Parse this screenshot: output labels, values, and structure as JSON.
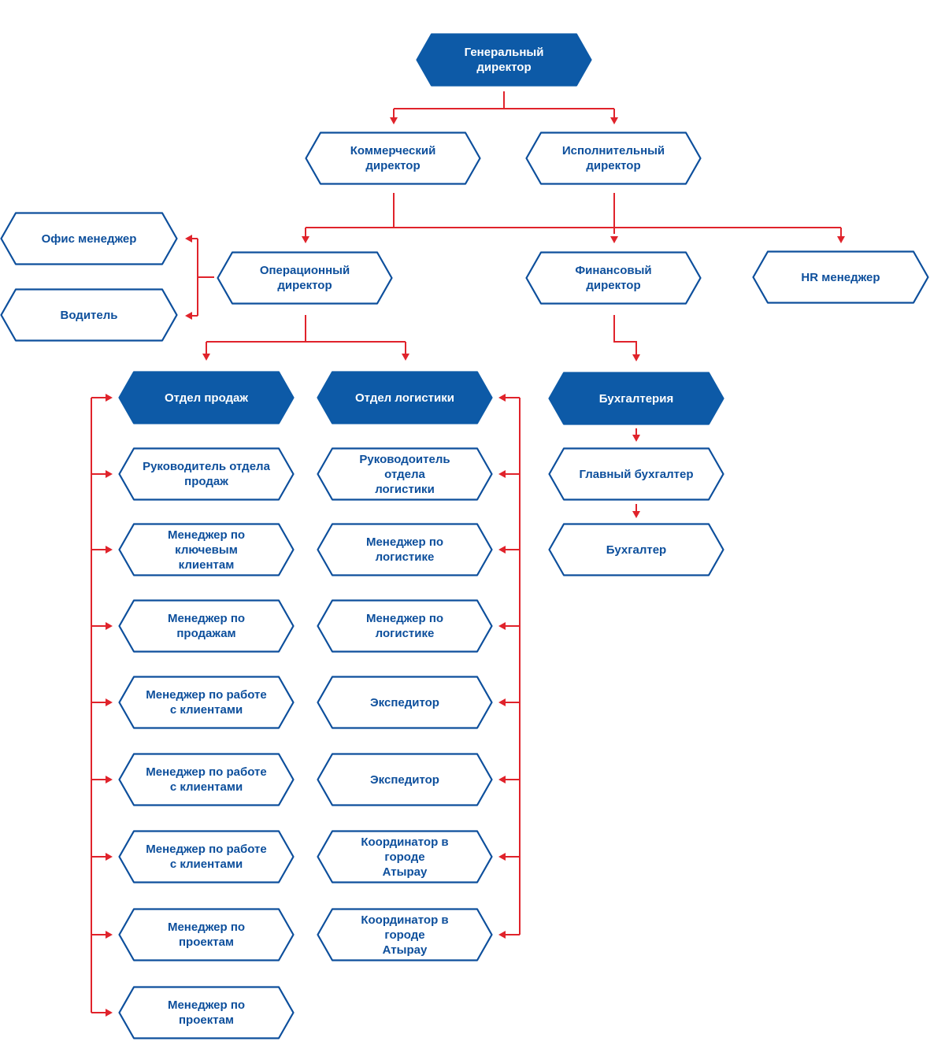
{
  "colors": {
    "outline": "#0d4f9c",
    "filled": "#0d5aa7",
    "text": "#0d4f9c",
    "connector": "#e0232b"
  },
  "nodes": {
    "ceo": {
      "label": "Генеральный директор",
      "style": "filled"
    },
    "commercial_director": {
      "label": "Коммерческий директор",
      "style": "outline"
    },
    "executive_director": {
      "label": "Исполнительный директор",
      "style": "outline"
    },
    "office_manager": {
      "label": "Офис менеджер",
      "style": "outline"
    },
    "driver": {
      "label": "Водитель",
      "style": "outline"
    },
    "operations_director": {
      "label": "Операционный директор",
      "style": "outline"
    },
    "finance_director": {
      "label": "Финансовый директор",
      "style": "outline"
    },
    "hr_manager": {
      "label": "HR менеджер",
      "style": "outline"
    },
    "sales_dept": {
      "label": "Отдел продаж",
      "style": "filled"
    },
    "logistics_dept": {
      "label": "Отдел логистики",
      "style": "filled"
    },
    "accounting": {
      "label": "Бухгалтерия",
      "style": "filled"
    },
    "sales_head": {
      "label": "Руководитель отдела\nпродаж",
      "style": "outline"
    },
    "key_accounts_manager": {
      "label": "Менеджер по ключевым\nклиентам",
      "style": "outline"
    },
    "sales_manager": {
      "label": "Менеджер по продажам",
      "style": "outline"
    },
    "client_manager_1": {
      "label": "Менеджер по работе\nс клиентами",
      "style": "outline"
    },
    "client_manager_2": {
      "label": "Менеджер по работе\nс клиентами",
      "style": "outline"
    },
    "client_manager_3": {
      "label": "Менеджер по работе\nс клиентами",
      "style": "outline"
    },
    "project_manager_1": {
      "label": "Менеджер по проектам",
      "style": "outline"
    },
    "project_manager_2": {
      "label": "Менеджер по проектам",
      "style": "outline"
    },
    "logistics_head": {
      "label": "Руководоитель отдела\nлогистики",
      "style": "outline"
    },
    "logistics_manager_1": {
      "label": "Менеджер по логистике",
      "style": "outline"
    },
    "logistics_manager_2": {
      "label": "Менеджер по логистике",
      "style": "outline"
    },
    "forwarder_1": {
      "label": "Экспедитор",
      "style": "outline"
    },
    "forwarder_2": {
      "label": "Экспедитор",
      "style": "outline"
    },
    "coordinator_1": {
      "label": "Координатор в городе\nАтырау",
      "style": "outline"
    },
    "coordinator_2": {
      "label": "Координатор в городе\nАтырау",
      "style": "outline"
    },
    "chief_accountant": {
      "label": "Главный бухгалтер",
      "style": "outline"
    },
    "accountant": {
      "label": "Бухгалтер",
      "style": "outline"
    }
  }
}
